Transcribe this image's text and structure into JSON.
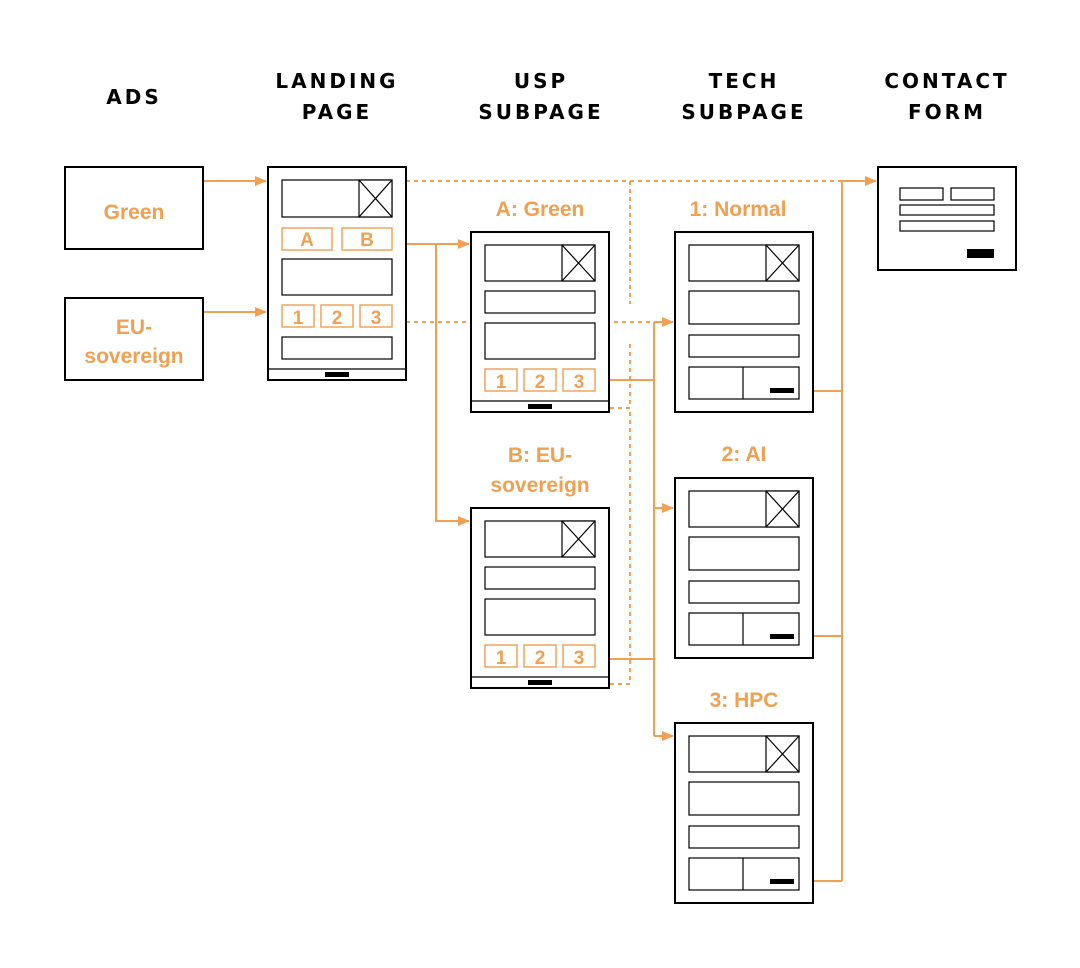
{
  "columns": {
    "ads": "ADS",
    "landing": [
      "LANDING",
      "PAGE"
    ],
    "usp": [
      "USP",
      "SUBPAGE"
    ],
    "tech": [
      "TECH",
      "SUBPAGE"
    ],
    "contact": [
      "CONTACT",
      "FORM"
    ]
  },
  "ads": {
    "green": "Green",
    "eu": [
      "EU-",
      "sovereign"
    ]
  },
  "landing": {
    "choice_a": "A",
    "choice_b": "B",
    "tech1": "1",
    "tech2": "2",
    "tech3": "3"
  },
  "usp": {
    "a_title": "A: Green",
    "b_title": [
      "B: EU-",
      "sovereign"
    ],
    "n1": "1",
    "n2": "2",
    "n3": "3"
  },
  "tech": {
    "t1": "1: Normal",
    "t2": "2: AI",
    "t3": "3: HPC"
  },
  "colors": {
    "accent": "#f0a050",
    "stroke": "#000000"
  }
}
